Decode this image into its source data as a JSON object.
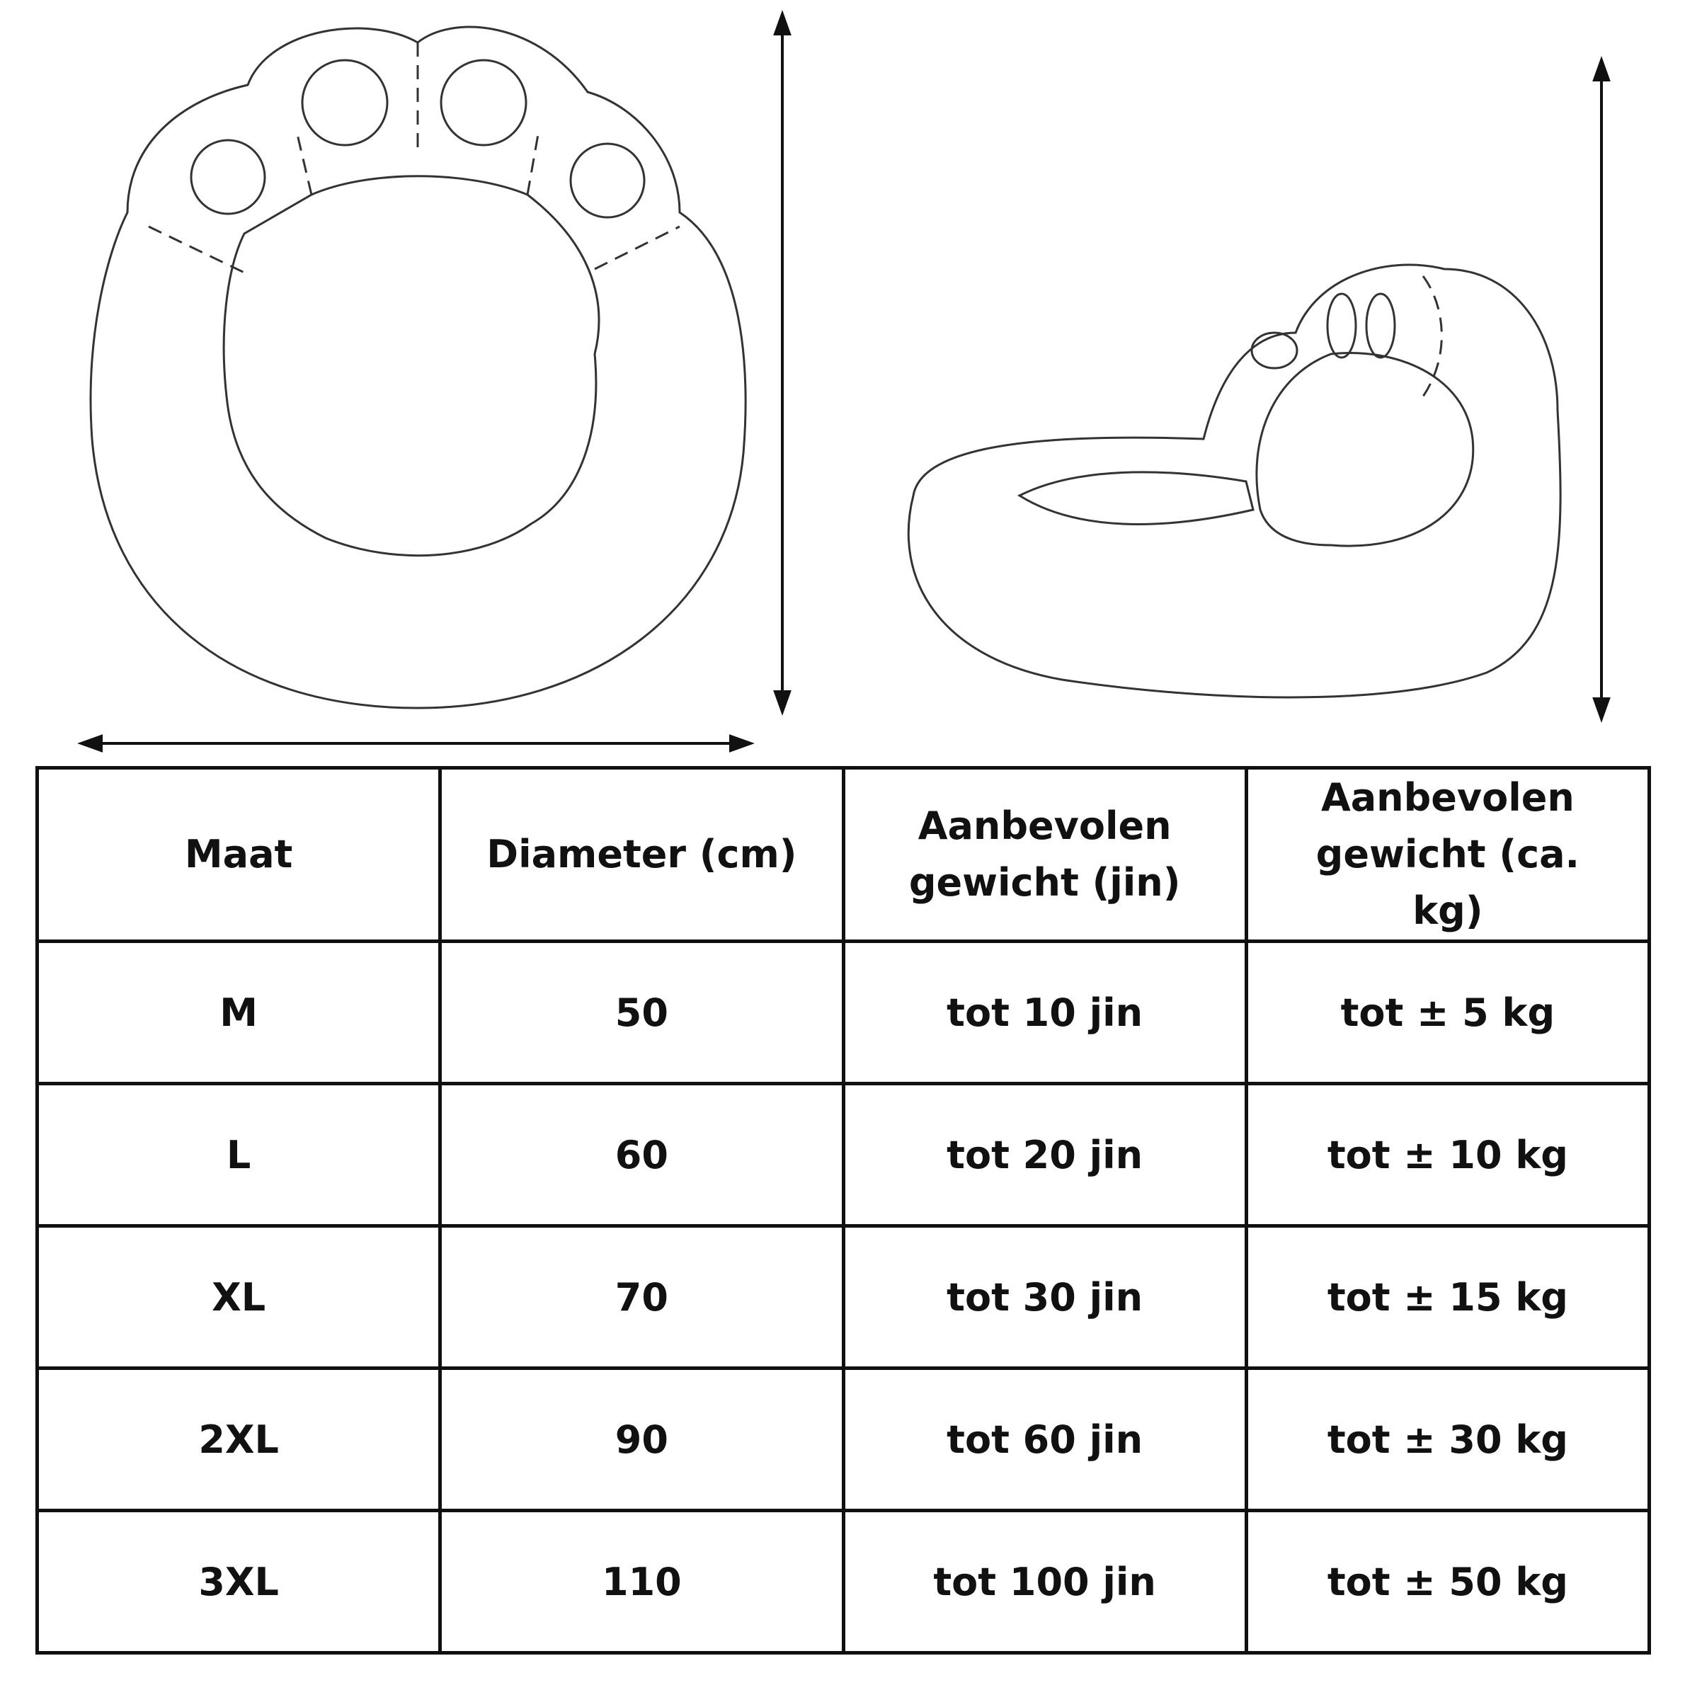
{
  "table": {
    "headers": [
      "Maat",
      "Diameter (cm)",
      "Aanbevolen gewicht (jin)",
      "Aanbevolen gewicht (ca. kg)"
    ],
    "rows": [
      [
        "M",
        "50",
        "tot 10 jin",
        "tot ± 5 kg"
      ],
      [
        "L",
        "60",
        "tot 20 jin",
        "tot ± 10 kg"
      ],
      [
        "XL",
        "70",
        "tot 30 jin",
        "tot ± 15 kg"
      ],
      [
        "2XL",
        "90",
        "tot 60 jin",
        "tot ± 30 kg"
      ],
      [
        "3XL",
        "110",
        "tot 100 jin",
        "tot ± 50 kg"
      ]
    ]
  }
}
